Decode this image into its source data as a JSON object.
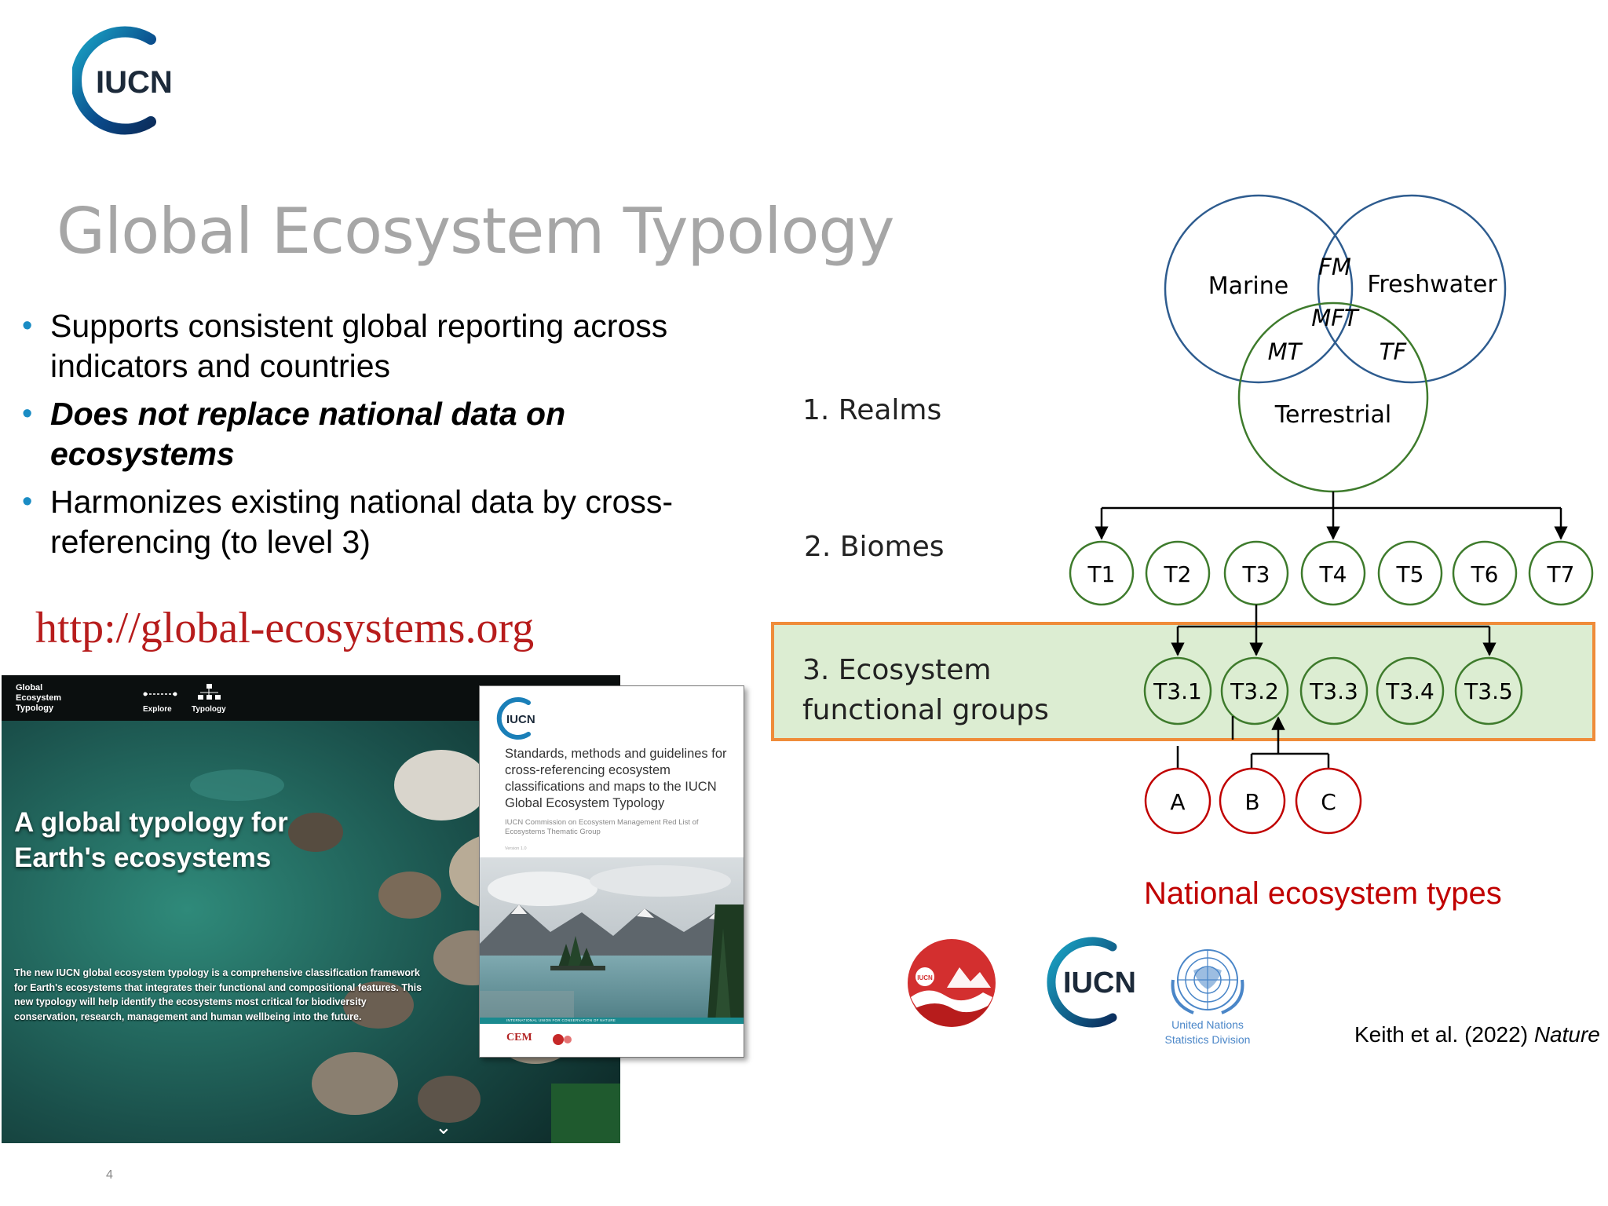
{
  "title": "Global Ecosystem Typology",
  "bullets": [
    {
      "text": "Supports consistent global reporting across indicators and countries",
      "line1": "Supports consistent global reporting across",
      "line2": "indicators and countries",
      "emphasis": false
    },
    {
      "text": "Does not replace national data on ecosystems",
      "line1": "Does not replace national data on",
      "line2": "ecosystems",
      "emphasis": true
    },
    {
      "text": "Harmonizes existing national data by cross-referencing (to level 3)",
      "line1": "Harmonizes existing national data by cross-",
      "line2": "referencing (to level 3)",
      "emphasis": false
    }
  ],
  "url": "http://global-ecosystems.org",
  "website": {
    "brand_line1": "Global",
    "brand_line2": "Ecosystem",
    "brand_line3": "Typology",
    "nav_explore": "Explore",
    "nav_typology": "Typology",
    "hero_line1": "A global typology for",
    "hero_line2": "Earth's ecosystems",
    "description": "The new IUCN global ecosystem typology is a comprehensive classification framework for Earth's ecosystems that integrates their functional and compositional features. This new typology will help identify the ecosystems most critical for biodiversity conservation, research, management and human wellbeing into the future."
  },
  "report": {
    "logo_text": "IUCN",
    "title": "Standards, methods and guidelines for cross-referencing ecosystem classifications and maps to the IUCN Global Ecosystem Typology",
    "subtitle": "IUCN Commission on Ecosystem Management Red List of Ecosystems Thematic Group",
    "version": "Version 1.0",
    "band_text": "INTERNATIONAL UNION FOR CONSERVATION OF NATURE",
    "cem": "CEM"
  },
  "slide_number": "4",
  "levels": {
    "realms": "1. Realms",
    "biomes": "2. Biomes",
    "efg_line1": "3. Ecosystem",
    "efg_line2": "functional groups"
  },
  "realms": {
    "marine": "Marine",
    "freshwater": "Freshwater",
    "terrestrial": "Terrestrial",
    "fm": "FM",
    "mft": "MFT",
    "mt": "MT",
    "tf": "TF"
  },
  "biomes": [
    "T1",
    "T2",
    "T3",
    "T4",
    "T5",
    "T6",
    "T7"
  ],
  "efgs": [
    "T3.1",
    "T3.2",
    "T3.3",
    "T3.4",
    "T3.5"
  ],
  "national_types": [
    "A",
    "B",
    "C"
  ],
  "national_label": "National ecosystem types",
  "logos": {
    "rle_text": "IUCN",
    "iucn_text": "IUCN",
    "un_line1": "United Nations",
    "un_line2": "Statistics Division"
  },
  "citation": {
    "authors": "Keith et al. (2022)",
    "journal": "Nature"
  },
  "colors": {
    "title_gray": "#a6a6a6",
    "bullet_blue": "#1a8cc4",
    "url_red": "#b71c1c",
    "marine_blue": "#2e5c8f",
    "terrestrial_green": "#3e7b2c",
    "efg_fill": "#dcedd2",
    "efg_border": "#ef8c3a",
    "national_red": "#c00000"
  }
}
